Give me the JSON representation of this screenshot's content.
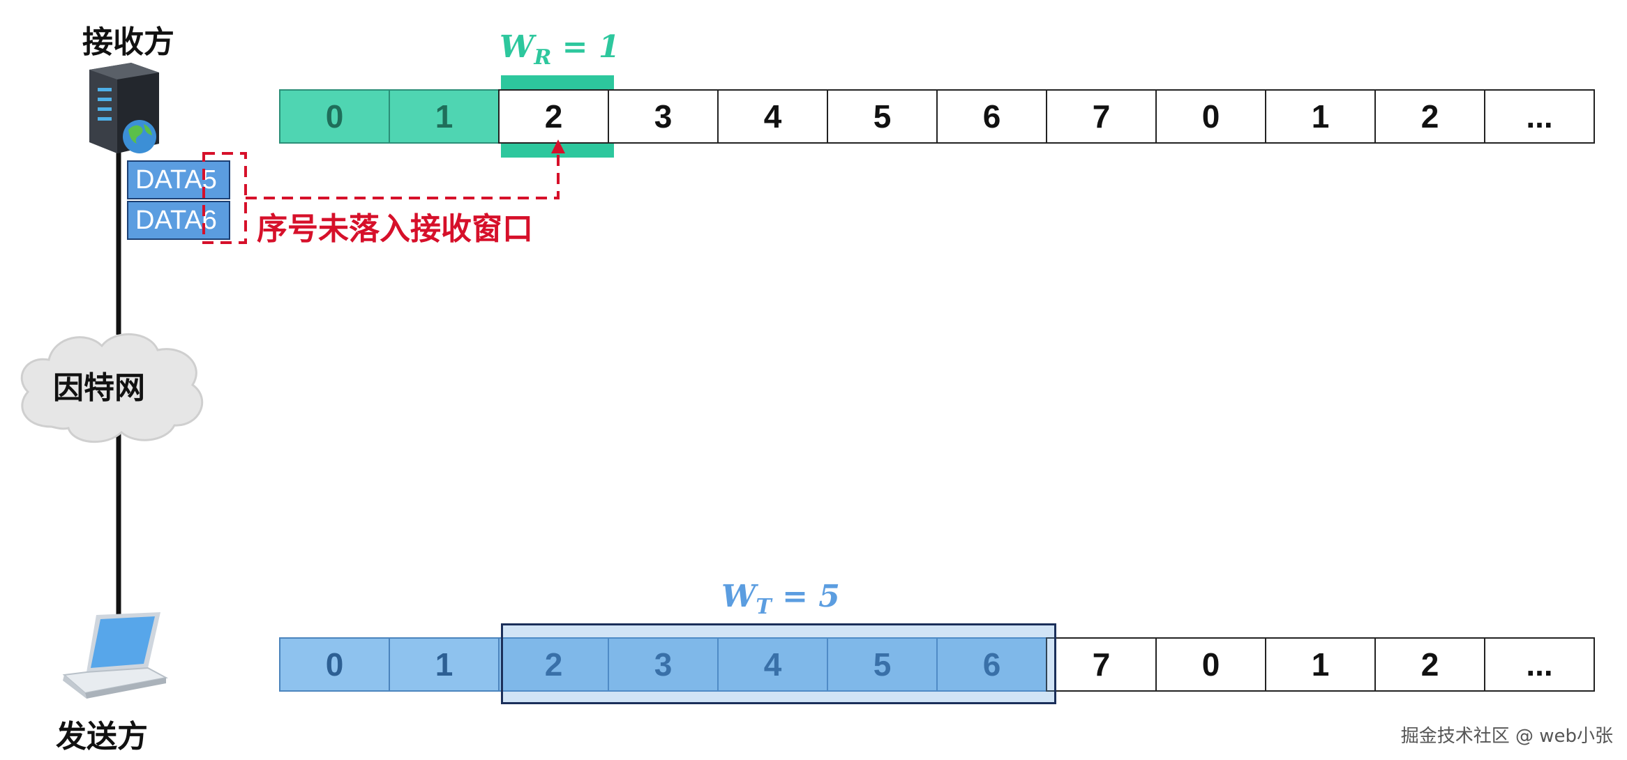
{
  "receiver": {
    "label": "接收方"
  },
  "sender": {
    "label": "发送方"
  },
  "internet": {
    "label": "因特网"
  },
  "receive_window": {
    "label_main": "W",
    "label_sub": "R",
    "label_rest": " = 1",
    "color": "#2dc79d"
  },
  "send_window": {
    "label_main": "W",
    "label_sub": "T",
    "label_rest": " = 5",
    "color": "#5b9de0"
  },
  "receiver_sequence": [
    "0",
    "1",
    "2",
    "3",
    "4",
    "5",
    "6",
    "7",
    "0",
    "1",
    "2",
    "..."
  ],
  "sender_sequence": [
    "0",
    "1",
    "2",
    "3",
    "4",
    "5",
    "6",
    "7",
    "0",
    "1",
    "2",
    "..."
  ],
  "received_count": 2,
  "sent_count": 7,
  "frames": [
    {
      "label": "DATA5"
    },
    {
      "label": "DATA6"
    }
  ],
  "annotation": {
    "text": "序号未落入接收窗口",
    "color": "#d6102a"
  },
  "watermark": "掘金技术社区 @ web小张"
}
